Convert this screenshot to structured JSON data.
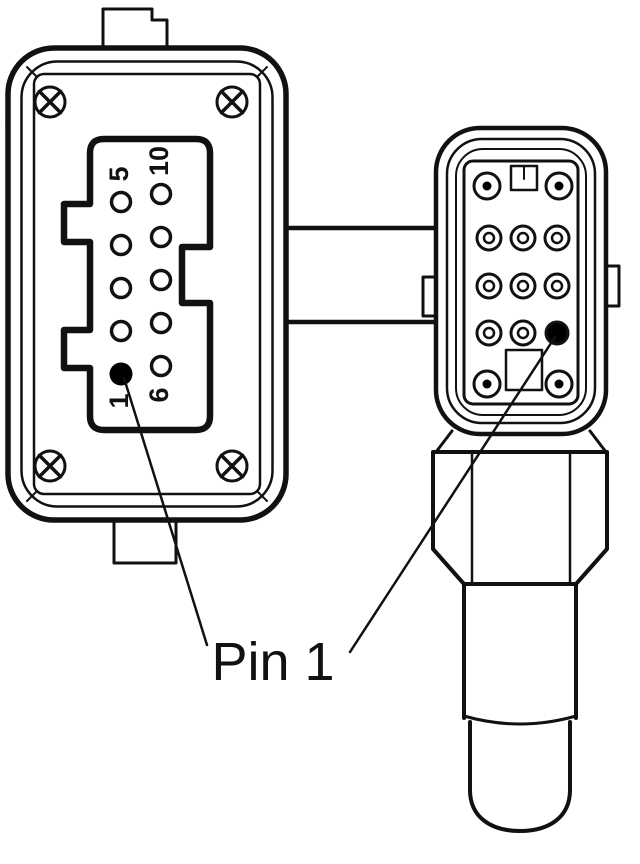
{
  "diagram_title": "connector-pinout-diagram",
  "callout": {
    "pin1": "Pin 1"
  },
  "left_connector": {
    "pin_labels": [
      {
        "id": "top-left",
        "text": "5"
      },
      {
        "id": "top-right",
        "text": "10"
      },
      {
        "id": "bottom-left",
        "text": "1"
      },
      {
        "id": "bottom-right",
        "text": "6"
      }
    ]
  },
  "colors": {
    "line": "#111111",
    "background": "#ffffff",
    "fill_pin": "#000000"
  }
}
